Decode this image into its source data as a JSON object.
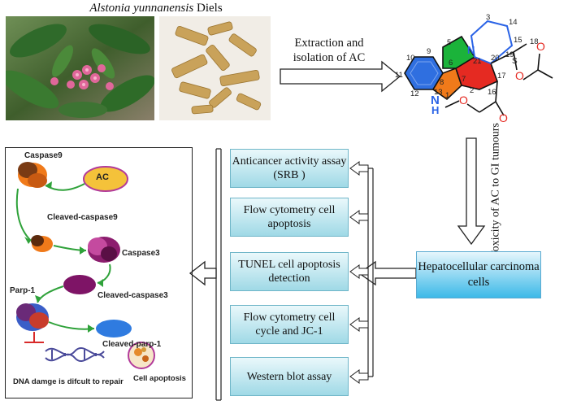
{
  "title": {
    "species_italic": "Alstonia yunnanensis",
    "species_author": "Diels"
  },
  "arrow_label": "Extraction and isolation of AC",
  "toxicity_label": "Toxicity of AC to GI tumours",
  "assays": [
    "Anticancer activity assay (SRB )",
    "Flow cytometry cell apoptosis",
    "TUNEL cell apoptosis detection",
    "Flow cytometry cell cycle and JC-1",
    "Western blot assay"
  ],
  "target": "Hepatocellular carcinoma cells",
  "pathway": {
    "caspase9": "Caspase9",
    "ac": "AC",
    "cleaved_caspase9": "Cleaved-caspase9",
    "caspase3": "Caspase3",
    "cleaved_caspase3": "Cleaved-caspase3",
    "parp1": "Parp-1",
    "cleaved_parp1": "Cleaved-parp-1",
    "dna": "DNA damge is difcult  to repair",
    "apoptosis": "Cell apoptosis"
  },
  "molecule": {
    "atom_numbers": [
      "3",
      "5",
      "6",
      "7",
      "8",
      "9",
      "10",
      "11",
      "12",
      "13",
      "14",
      "15",
      "16",
      "17",
      "18",
      "19",
      "20",
      "21",
      "2",
      "1"
    ],
    "heteroatom": "N",
    "nh": "H",
    "stereo": "S",
    "colors": {
      "green": "#1bb33a",
      "blue": "#2a63e6",
      "orange": "#f07a1a",
      "red": "#e52a22",
      "ring_blue": "#2f6fe0"
    }
  }
}
